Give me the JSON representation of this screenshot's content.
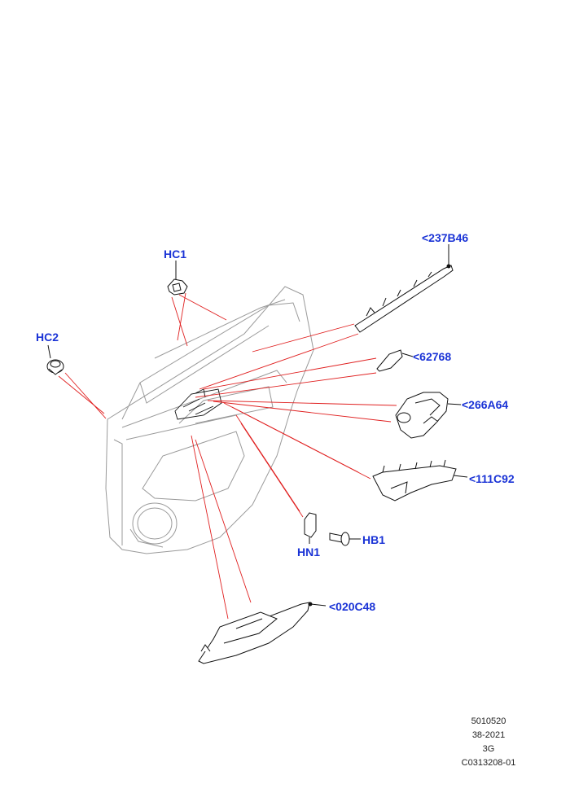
{
  "callouts": {
    "hc1": "HC1",
    "hc2": "HC2",
    "p237b46": "<237B46",
    "p62768": "<62768",
    "p266a64": "<266A64",
    "p111c92": "<111C92",
    "hb1": "HB1",
    "hn1": "HN1",
    "p020c48": "<020C48"
  },
  "meta": {
    "line1": "5010520",
    "line2": "38-2021",
    "line3": "3G",
    "line4": "C0313208-01"
  },
  "colors": {
    "callout_text": "#1a33d6",
    "leader_line": "#e02020",
    "part_outline": "#111111",
    "panel_outline": "#9a9a9a"
  }
}
